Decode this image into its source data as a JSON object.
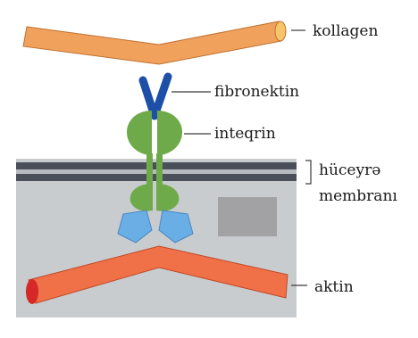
{
  "labels": {
    "collagen": "kollagen",
    "fibronectin": "fibronektin",
    "integrin": "inteqrin",
    "membrane_line1": "hüceyrə",
    "membrane_line2": "membranı",
    "actin": "aktin"
  },
  "colors": {
    "collagen": "#f0a15c",
    "collagen_end": "#f6c46b",
    "fibronectin": "#1d4fa8",
    "integrin": "#6faa4a",
    "membrane": "#4a4f5a",
    "cytoplasm": "#c8cccf",
    "adaptor": "#6aaee6",
    "gray_box": "#a2a2a4",
    "actin": "#f07048",
    "actin_end": "#d62828",
    "leader": "#3a3a3a"
  }
}
